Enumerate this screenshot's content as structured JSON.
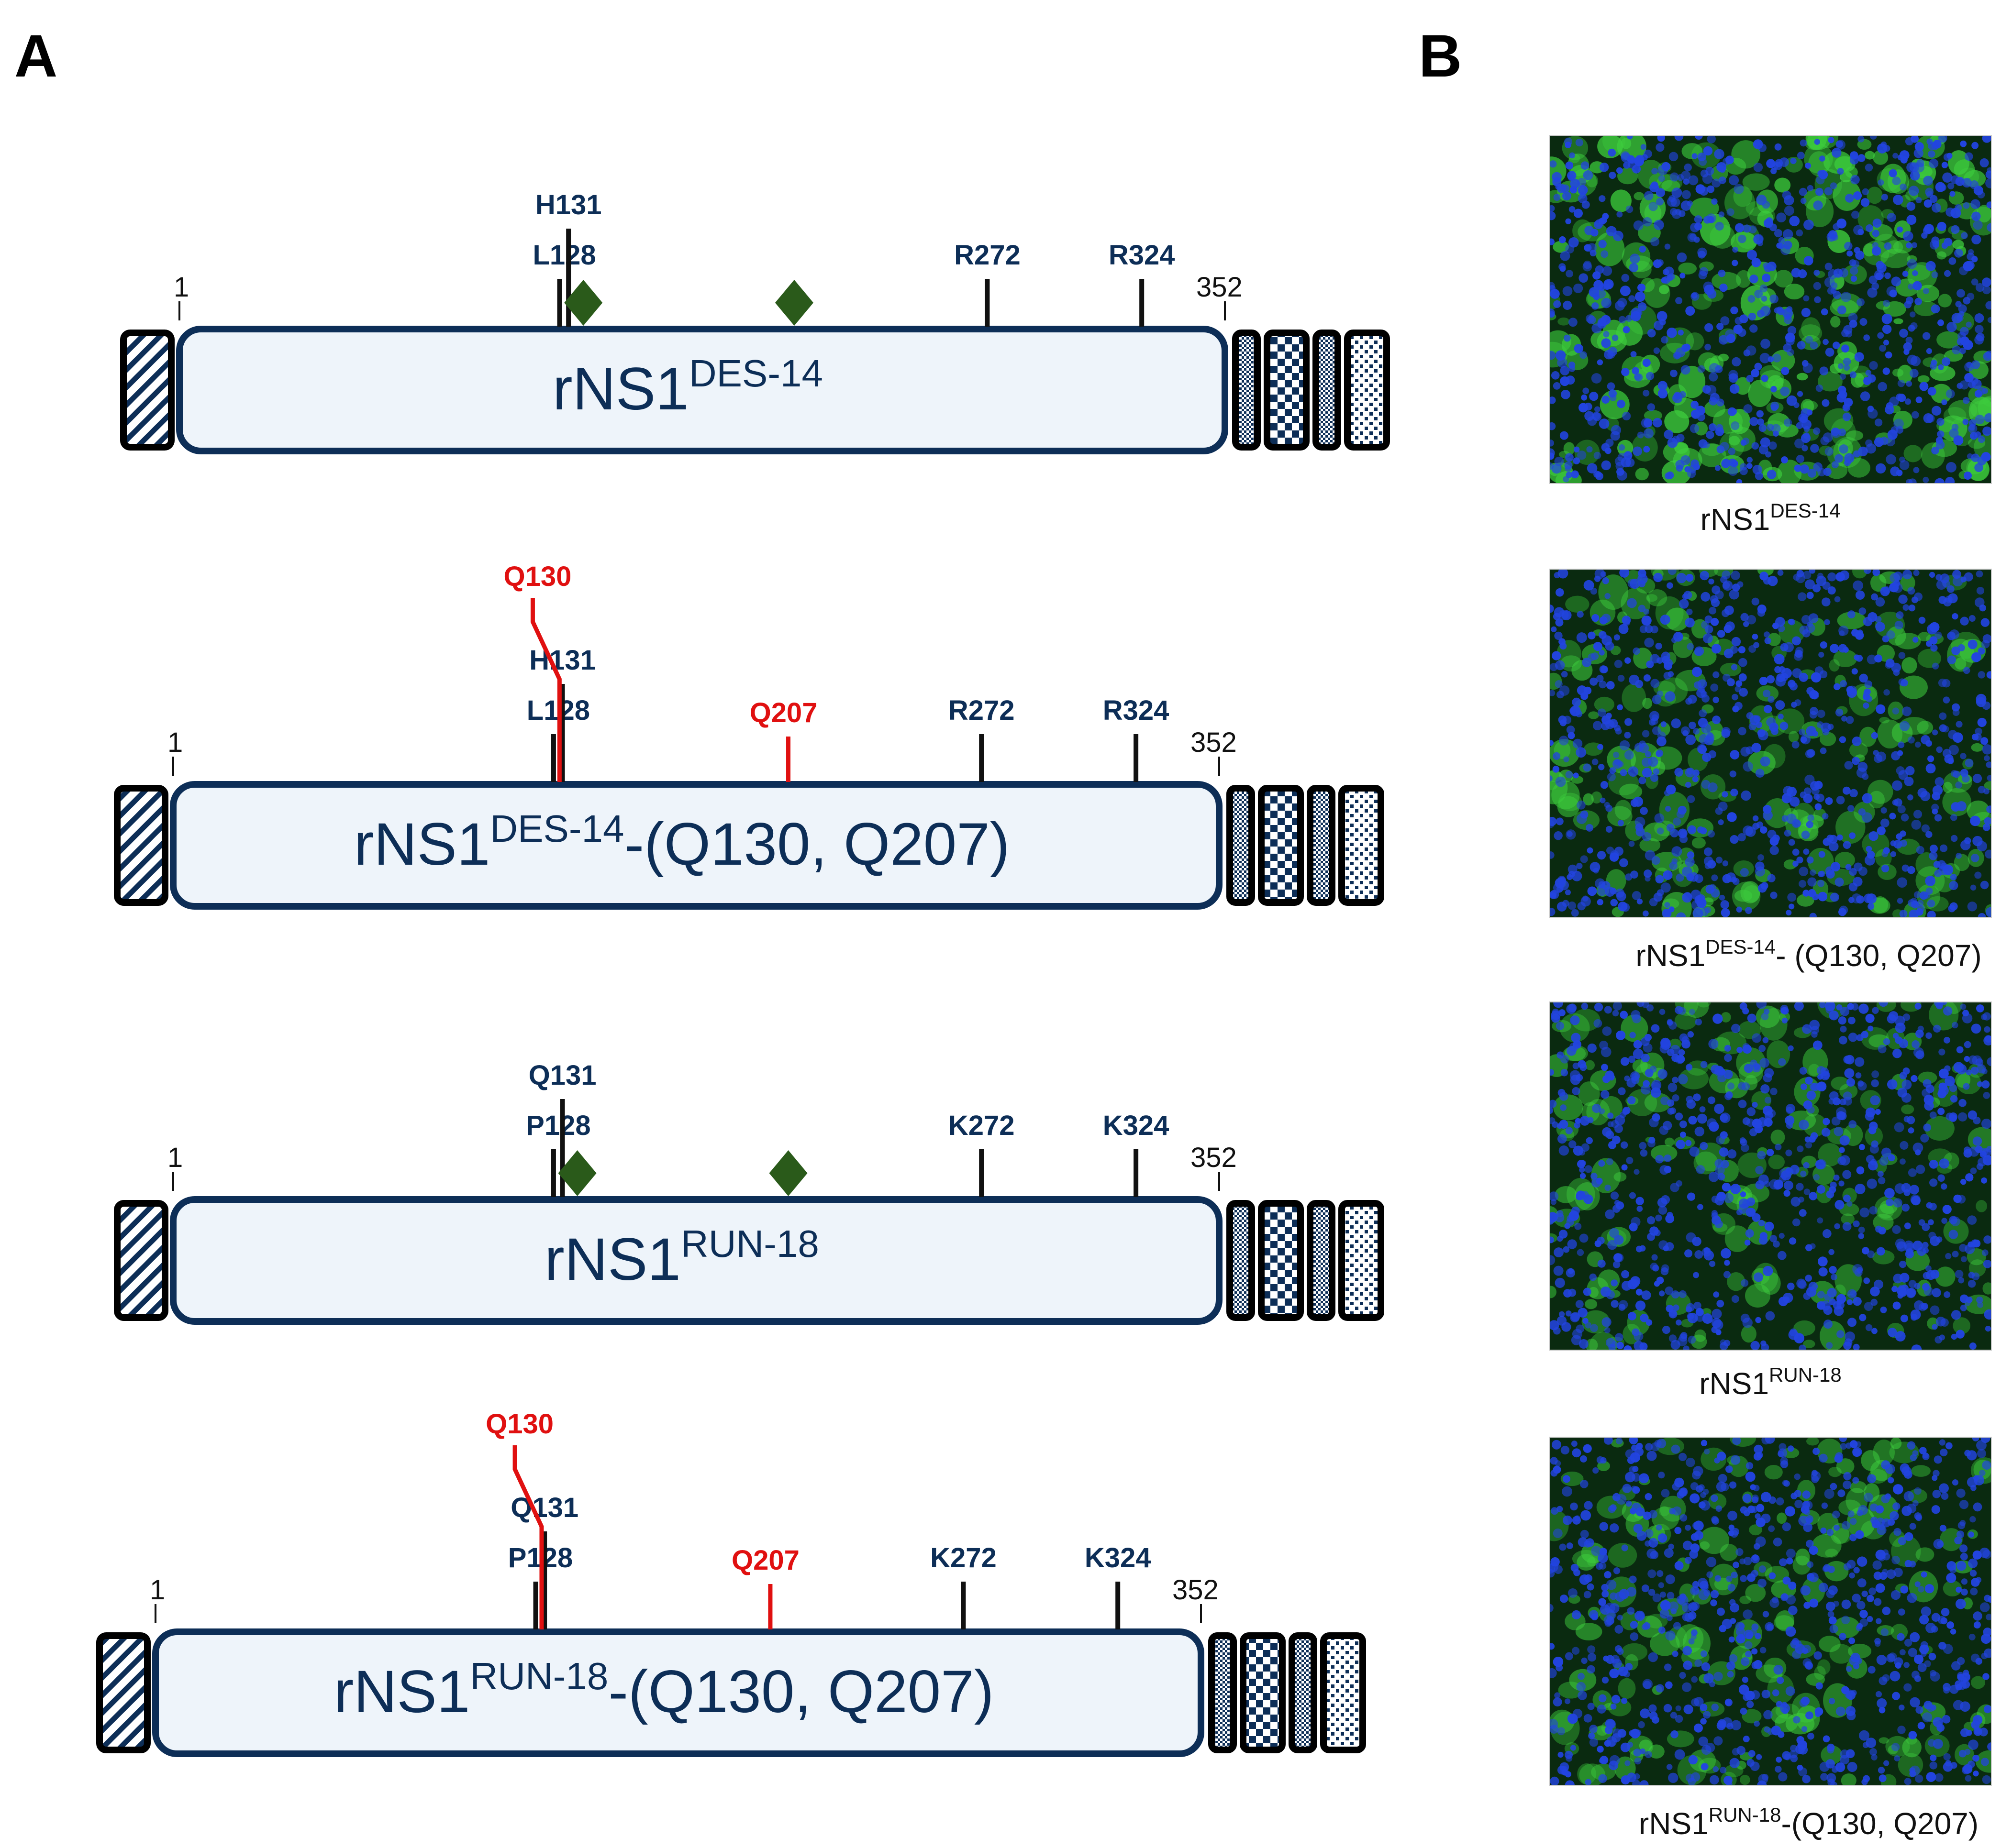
{
  "panels": {
    "a_label": "A",
    "b_label": "B"
  },
  "colors": {
    "construct_border": "#0d2e57",
    "construct_fill": "#eef4fa",
    "site_label": "#0d2e57",
    "mutation": "#e01010",
    "tick": "#111111",
    "glyco_diamond": "#2a5a1a",
    "micro_background": "#0a2a10",
    "nuclei": "#2244e0",
    "stain": "#3dcc3d"
  },
  "constructs": [
    {
      "name_base": "rNS1",
      "name_sup": "DES-14",
      "name_suffix": "",
      "start_label": "1",
      "end_label": "352",
      "sites": [
        {
          "label": "L128",
          "pos": 128
        },
        {
          "label": "H131",
          "pos": 131
        },
        {
          "label": "R272",
          "pos": 272
        },
        {
          "label": "R324",
          "pos": 324
        }
      ],
      "mutations": [],
      "glyco_sites": [
        136,
        207
      ]
    },
    {
      "name_base": "rNS1",
      "name_sup": "DES-14",
      "name_suffix": "-(Q130, Q207)",
      "start_label": "1",
      "end_label": "352",
      "sites": [
        {
          "label": "L128",
          "pos": 128
        },
        {
          "label": "H131",
          "pos": 131
        },
        {
          "label": "R272",
          "pos": 272
        },
        {
          "label": "R324",
          "pos": 324
        }
      ],
      "mutations": [
        {
          "label": "Q130",
          "pos": 130
        },
        {
          "label": "Q207",
          "pos": 207
        }
      ],
      "glyco_sites": []
    },
    {
      "name_base": "rNS1",
      "name_sup": "RUN-18",
      "name_suffix": "",
      "start_label": "1",
      "end_label": "352",
      "sites": [
        {
          "label": "P128",
          "pos": 128
        },
        {
          "label": "Q131",
          "pos": 131
        },
        {
          "label": "K272",
          "pos": 272
        },
        {
          "label": "K324",
          "pos": 324
        }
      ],
      "mutations": [],
      "glyco_sites": [
        136,
        207
      ]
    },
    {
      "name_base": "rNS1",
      "name_sup": "RUN-18",
      "name_suffix": "-(Q130, Q207)",
      "start_label": "1",
      "end_label": "352",
      "sites": [
        {
          "label": "P128",
          "pos": 128
        },
        {
          "label": "Q131",
          "pos": 131
        },
        {
          "label": "K272",
          "pos": 272
        },
        {
          "label": "K324",
          "pos": 324
        }
      ],
      "mutations": [
        {
          "label": "Q130",
          "pos": 130
        },
        {
          "label": "Q207",
          "pos": 207
        }
      ],
      "glyco_sites": []
    }
  ],
  "micrographs": [
    {
      "caption_base": "rNS1",
      "caption_sup": "DES-14",
      "caption_suffix": "",
      "stain_level": 0.75
    },
    {
      "caption_base": "rNS1",
      "caption_sup": "DES-14",
      "caption_suffix": "- (Q130, Q207)",
      "stain_level": 0.45
    },
    {
      "caption_base": "rNS1",
      "caption_sup": "RUN-18",
      "caption_suffix": "",
      "stain_level": 0.35
    },
    {
      "caption_base": "rNS1",
      "caption_sup": "RUN-18",
      "caption_suffix": "-(Q130, Q207)",
      "stain_level": 0.4
    }
  ]
}
